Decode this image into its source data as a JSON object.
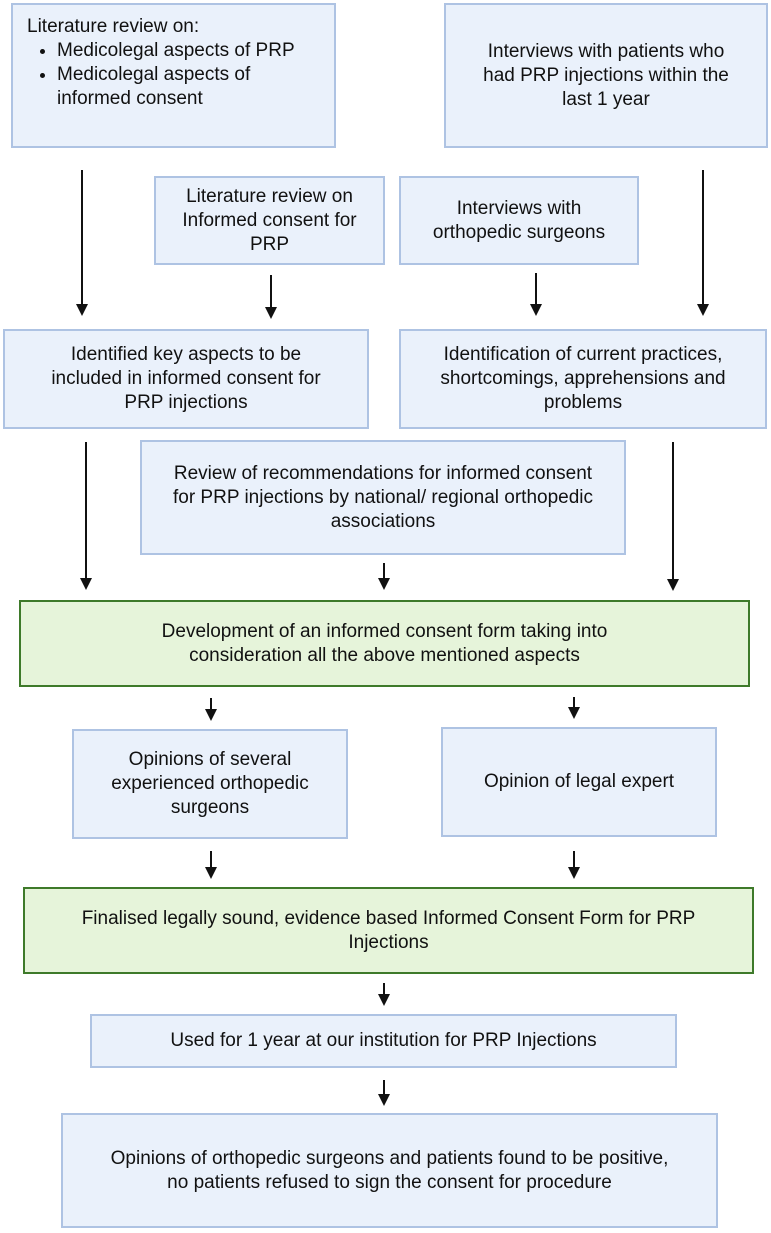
{
  "colors": {
    "box_fill": "#eaf1fb",
    "box_border": "#aec3e3",
    "highlight_fill": "#e6f4da",
    "highlight_border": "#3e7a2a",
    "arrow": "#111111"
  },
  "nodes": {
    "lit_medicolegal": {
      "heading": "Literature review on:",
      "bullets": [
        "Medicolegal aspects of PRP",
        "Medicolegal aspects of informed consent"
      ]
    },
    "patient_interviews": {
      "text": "Interviews with patients who had PRP injections within the last 1 year"
    },
    "lit_consent": {
      "text": "Literature review on Informed consent for PRP"
    },
    "surgeon_interviews": {
      "text": "Interviews with orthopedic surgeons"
    },
    "key_aspects": {
      "text": "Identified key aspects to be included in informed consent for PRP injections"
    },
    "current_practices": {
      "text": "Identification of current practices, shortcomings, apprehensions and problems"
    },
    "review_recommendations": {
      "text": "Review of recommendations for informed consent for PRP injections by national/ regional orthopedic associations"
    },
    "development": {
      "text": "Development of an informed consent form taking into consideration all the above mentioned aspects"
    },
    "surgeon_opinions": {
      "text": "Opinions of several experienced orthopedic surgeons"
    },
    "legal_opinion": {
      "text": "Opinion of legal expert"
    },
    "finalised": {
      "text": "Finalised legally sound, evidence based Informed Consent Form for PRP Injections"
    },
    "used_one_year": {
      "text": "Used for 1 year at our institution for PRP Injections"
    },
    "outcome": {
      "text": "Opinions of orthopedic surgeons and patients found to be positive, no patients refused to sign the consent for procedure"
    }
  }
}
